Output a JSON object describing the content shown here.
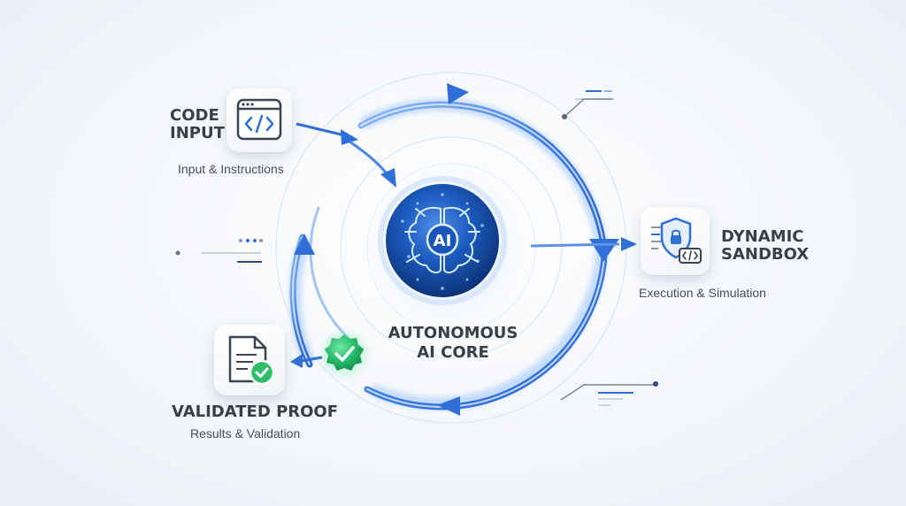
{
  "nodes": {
    "code_input": {
      "title_line1": "CODE",
      "title_line2": "INPUT",
      "subtitle": "Input & Instructions"
    },
    "dynamic_sandbox": {
      "title_line1": "DYNAMIC",
      "title_line2": "SANDBOX",
      "subtitle": "Execution & Simulation"
    },
    "validated_proof": {
      "title": "VALIDATED PROOF",
      "subtitle": "Results & Validation"
    },
    "ai_core": {
      "badge": "AI",
      "title_line1": "AUTONOMOUS",
      "title_line2": "AI CORE"
    }
  },
  "colors": {
    "primary_blue": "#2f6fd6",
    "light_blue": "#7fb0f5",
    "sphere_dark": "#0f3f8c",
    "success_green": "#2fbf6a",
    "text_dark": "#3a3f47",
    "text_gray": "#4a4f57"
  },
  "icons": {
    "code_input": "code-window-icon",
    "dynamic_sandbox": "shield-lock-code-icon",
    "validated_proof": "document-check-icon",
    "ai_core": "brain-circuit-icon",
    "badge": "check-badge-icon"
  }
}
